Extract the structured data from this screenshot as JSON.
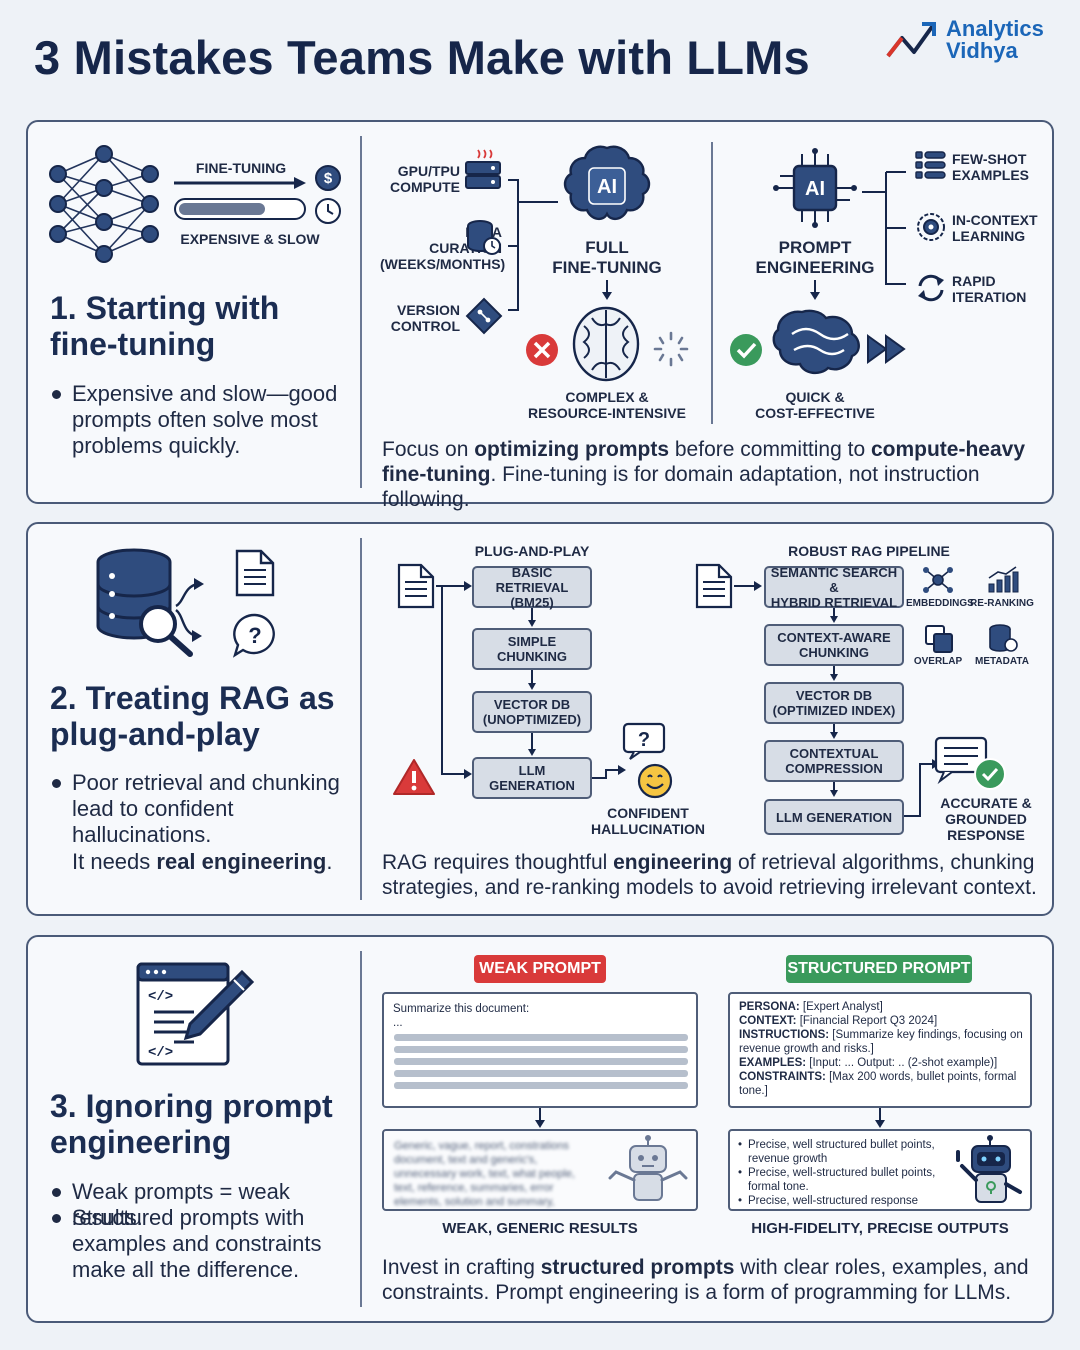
{
  "title": "3 Mistakes Teams Make with LLMs",
  "logo": {
    "text": "Analytics\nVidhya"
  },
  "colors": {
    "navy": "#16264a",
    "brand_blue": "#1b66b8",
    "weak_red": "#d93a3a",
    "strong_green": "#3a9a5c",
    "box_gray": "#d7dde6"
  },
  "section1": {
    "heading": "1. Starting with fine-tuning",
    "bullet": "Expensive and slow—good prompts often solve most problems quickly.",
    "fine_tuning_label": "FINE-TUNING",
    "expensive_label": "EXPENSIVE & SLOW",
    "inputs": [
      "GPU/TPU\nCOMPUTE",
      "DATA\nCURATION\n(WEEKS/MONTHS)",
      "VERSION\nCONTROL"
    ],
    "full_ft": "FULL\nFINE-TUNING",
    "complex": "COMPLEX &\nRESOURCE-INTENSIVE",
    "prompt_eng": "PROMPT\nENGINEERING",
    "pe_items": [
      "FEW-SHOT\nEXAMPLES",
      "IN-CONTEXT\nLEARNING",
      "RAPID\nITERATION"
    ],
    "quick": "QUICK &\nCOST-EFFECTIVE",
    "ai_chip": "AI",
    "caption_a": "Focus on ",
    "caption_b": "optimizing prompts",
    "caption_c": " before committing to ",
    "caption_d": "compute-heavy fine-tuning",
    "caption_e": ". Fine-tuning is for domain adaptation, not instruction following."
  },
  "section2": {
    "heading": "2. Treating RAG as plug-and-play",
    "bullet_a": "Poor retrieval and chunking lead to confident hallucinations.",
    "bullet_b_1": "It needs ",
    "bullet_b_2": "real engineering",
    "bullet_b_3": ".",
    "pnp_title": "PLUG-AND-PLAY",
    "pnp_steps": [
      "BASIC RETRIEVAL\n(BM25)",
      "SIMPLE\nCHUNKING",
      "VECTOR DB\n(UNOPTIMIZED)",
      "LLM\nGENERATION"
    ],
    "pnp_result": "CONFIDENT\nHALLUCINATION",
    "robust_title": "ROBUST RAG PIPELINE",
    "robust_steps": [
      "SEMANTIC SEARCH &\nHYBRID RETRIEVAL",
      "CONTEXT-AWARE\nCHUNKING",
      "VECTOR DB\n(OPTIMIZED INDEX)",
      "CONTEXTUAL\nCOMPRESSION",
      "LLM GENERATION"
    ],
    "robust_tags": [
      "EMBEDDINGS",
      "RE-RANKING",
      "OVERLAP",
      "METADATA"
    ],
    "robust_result": "ACCURATE &\nGROUNDED\nRESPONSE",
    "caption_a": "RAG requires thoughtful ",
    "caption_b": "engineering",
    "caption_c": " of retrieval algorithms, chunking strategies, and re-ranking models to avoid retrieving irrelevant context."
  },
  "section3": {
    "heading": "3. Ignoring prompt engineering",
    "bullets": [
      "Weak prompts = weak results.",
      "Structured prompts with examples and constraints make all the difference."
    ],
    "weak_badge": "WEAK PROMPT",
    "strong_badge": "STRUCTURED PROMPT",
    "weak_text_1": "Summarize this document:",
    "weak_text_2": "...",
    "weak_result_blur": "Generic, vague, report, constrations document, text and generic's, unnecessary work, text, what people, text, reference, summaries, error elements, solution and summary, sentence analysis.",
    "weak_result_label": "WEAK, GENERIC RESULTS",
    "structured_lines": [
      {
        "k": "PERSONA:",
        "v": " [Expert Analyst]"
      },
      {
        "k": "CONTEXT:",
        "v": " [Financial Report Q3 2024]"
      },
      {
        "k": "INSTRUCTIONS:",
        "v": " [Summarize key findings, focusing on revenue growth and risks.]"
      },
      {
        "k": "EXAMPLES:",
        "v": " [Input: ... Output: .. (2-shot example)]"
      },
      {
        "k": "CONSTRAINTS:",
        "v": " [Max 200 words, bullet points, formal tone.]"
      }
    ],
    "strong_results": [
      "Precise, well structured bullet points, revenue growth",
      "Precise, well-structured bullet points, formal tone.",
      "Precise, well-structured response"
    ],
    "strong_result_label": "HIGH-FIDELITY, PRECISE OUTPUTS",
    "caption_a": "Invest in crafting ",
    "caption_b": "structured prompts",
    "caption_c": " with clear roles, examples, and constraints. Prompt engineering is a form of programming for LLMs."
  }
}
